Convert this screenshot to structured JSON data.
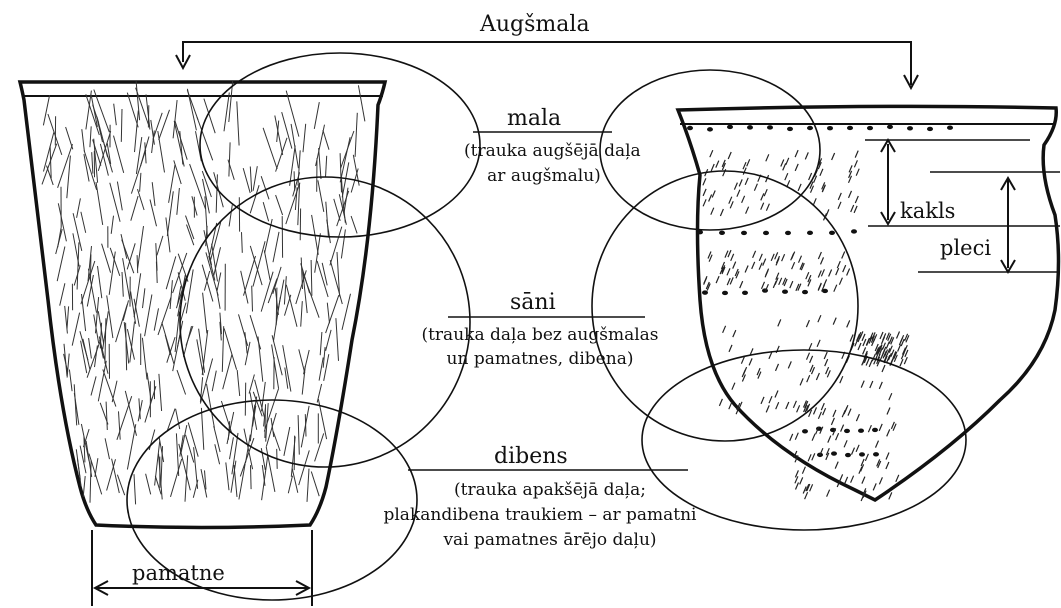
{
  "labels": {
    "augsmala": "Augšmala",
    "mala": "mala",
    "mala_desc_1": "(trauka augšējā daļa",
    "mala_desc_2": "ar augšmalu)",
    "sani": "sāni",
    "sani_desc_1": "(trauka daļa bez augšmalas",
    "sani_desc_2": "un pamatnes, dibena)",
    "dibens": "dibens",
    "dibens_desc_1": "(trauka apakšējā daļa;",
    "dibens_desc_2": "plakandibena traukiem – ar pamatni",
    "dibens_desc_3": "vai pamatnes ārējo daļu)",
    "kakls": "kakls",
    "pleci": "pleci",
    "pamatne": "pamatne"
  },
  "style": {
    "ink": "#111111",
    "background": "#ffffff"
  }
}
